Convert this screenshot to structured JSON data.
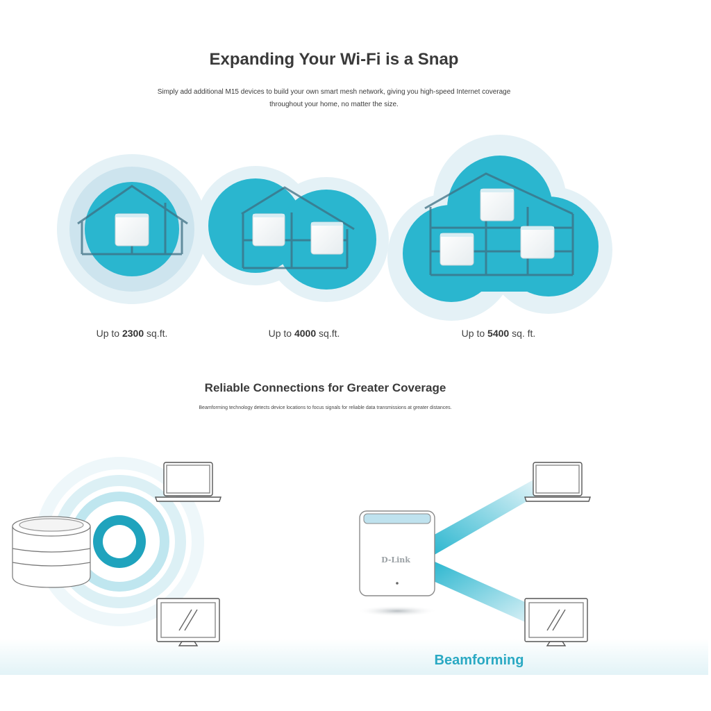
{
  "section_expand": {
    "title": "Expanding Your Wi-Fi is a Snap",
    "subtitle_line1": "Simply add additional M15 devices to build your own smart mesh network, giving you high-speed Internet coverage",
    "subtitle_line2": "throughout your home, no matter the size.",
    "coverage": [
      {
        "prefix": "Up to ",
        "value": "2300",
        "unit": " sq.ft."
      },
      {
        "prefix": "Up to ",
        "value": "4000",
        "unit": " sq.ft."
      },
      {
        "prefix": "Up to ",
        "value": "5400",
        "unit": " sq. ft."
      }
    ]
  },
  "section_beam": {
    "title": "Reliable Connections for Greater Coverage",
    "subtitle": "Beamforming technology detects device locations to focus signals for reliable data transmissions at greater distances.",
    "router_brand": "D-Link",
    "label": "Beamforming"
  },
  "colors": {
    "accent": "#2ab6cf",
    "accent_dark": "#1a9fb8",
    "halo": "#d6e9f1",
    "house_line": "#3d6f82",
    "text": "#3a3a3a",
    "beam_label": "#2aa9c3"
  },
  "icons": [
    "router-icon",
    "laptop-icon",
    "monitor-icon",
    "house-icon"
  ]
}
